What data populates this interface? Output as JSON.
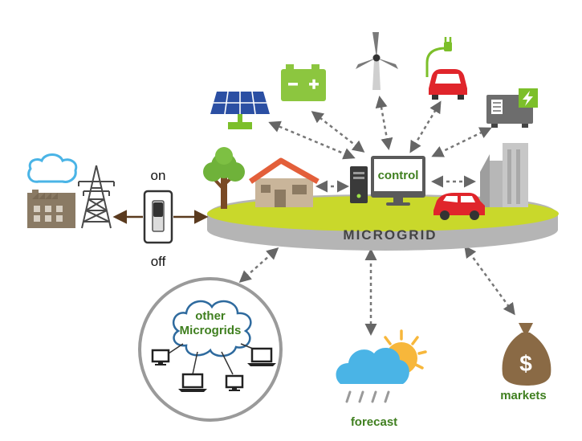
{
  "switch": {
    "on_label": "on",
    "off_label": "off"
  },
  "platform": {
    "label": "MICROGRID"
  },
  "control": {
    "label": "control"
  },
  "other_microgrids": {
    "line1": "other",
    "line2": "Microgrids"
  },
  "forecast": {
    "label": "forecast"
  },
  "markets": {
    "label": "markets",
    "symbol": "$"
  },
  "colors": {
    "accent_green": "#3f7f1f",
    "platform_lime": "#c9d82b",
    "platform_gray": "#b5b5b5",
    "car_red": "#e0252b",
    "sky_blue": "#4ab4e6",
    "sun_yellow": "#f7b73b",
    "dark_gray": "#555555"
  }
}
